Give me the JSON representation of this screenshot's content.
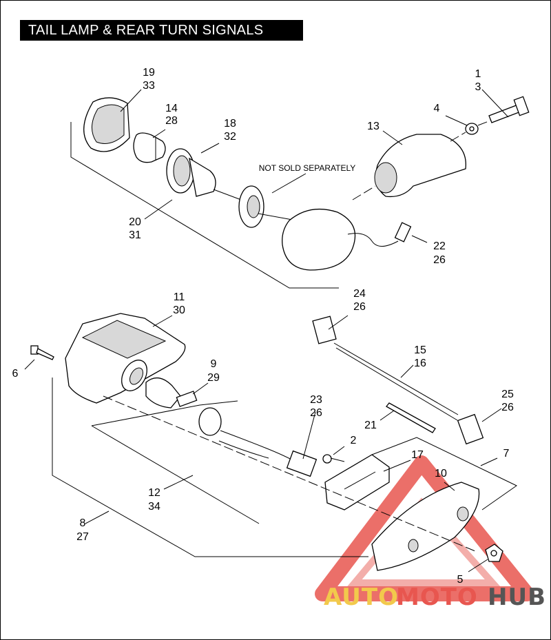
{
  "title": "TAIL LAMP & REAR TURN SIGNALS",
  "note": "NOT SOLD SEPARATELY",
  "callouts": {
    "c_1_3": [
      "1",
      "3"
    ],
    "c_4": [
      "4"
    ],
    "c_13": [
      "13"
    ],
    "c_19_33": [
      "19",
      "33"
    ],
    "c_14_28": [
      "14",
      "28"
    ],
    "c_18_32": [
      "18",
      "32"
    ],
    "c_20_31": [
      "20",
      "31"
    ],
    "c_22_26": [
      "22",
      "26"
    ],
    "c_11_30": [
      "11",
      "30"
    ],
    "c_24_26": [
      "24",
      "26"
    ],
    "c_6": [
      "6"
    ],
    "c_9_29": [
      "9",
      "29"
    ],
    "c_15_16": [
      "15",
      "16"
    ],
    "c_23_26": [
      "23",
      "26"
    ],
    "c_25_26": [
      "25",
      "26"
    ],
    "c_21": [
      "21"
    ],
    "c_2": [
      "2"
    ],
    "c_17": [
      "17"
    ],
    "c_7": [
      "7"
    ],
    "c_10": [
      "10"
    ],
    "c_12_34": [
      "12",
      "34"
    ],
    "c_8_27": [
      "8",
      "27"
    ],
    "c_5": [
      "5"
    ]
  },
  "watermark": {
    "text_part1": "AUTO",
    "text_part2": "MOTO",
    "text_part3": "HUB",
    "color_yellow": "#f2c94c",
    "color_red": "#e8564f",
    "color_gray": "#555555"
  }
}
